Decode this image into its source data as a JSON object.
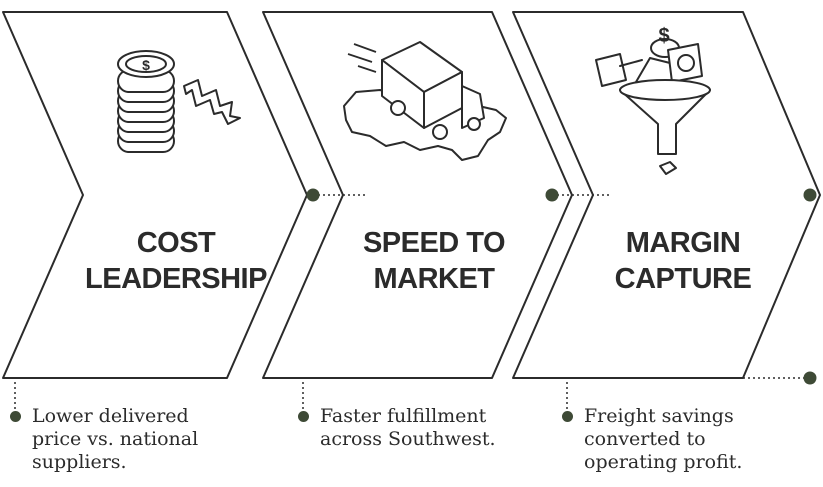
{
  "stages": [
    {
      "title_line1": "COST",
      "title_line2": "LEADERSHIP",
      "caption": [
        "Lower delivered",
        "price vs. national",
        "suppliers."
      ],
      "icon": "coins-down-arrow-icon"
    },
    {
      "title_line1": "SPEED TO",
      "title_line2": "MARKET",
      "caption": [
        "Faster fulfillment",
        "across Southwest."
      ],
      "icon": "truck-map-icon"
    },
    {
      "title_line1": "MARGIN",
      "title_line2": "CAPTURE",
      "caption": [
        "Freight savings",
        "converted to",
        "operating profit."
      ],
      "icon": "money-funnel-icon"
    }
  ],
  "colors": {
    "ink": "#2b2b2b",
    "dot": "#3e4a36",
    "background": "#ffffff"
  }
}
